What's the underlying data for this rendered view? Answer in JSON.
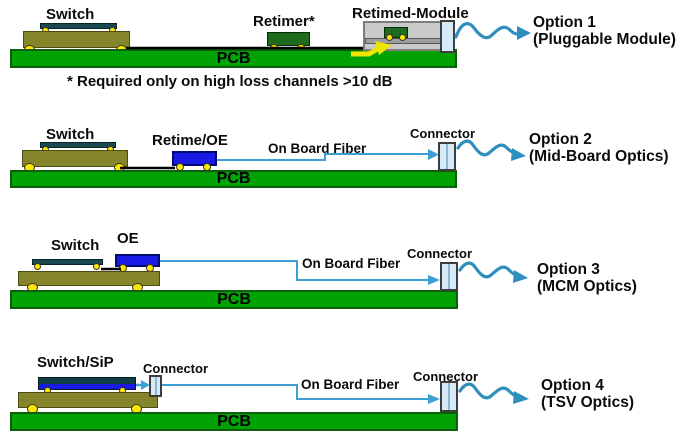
{
  "colors": {
    "pcb_green": "#00A303",
    "pcb_border": "#0E5E0E",
    "substrate_olive": "#85852B",
    "die_teal": "#1A4A50",
    "chip_blue": "#1A1AE6",
    "retimer_green": "#1E6B1E",
    "module_gray": "#CACACA",
    "connector_lightblue": "#D7EAF7",
    "fiber_line_blue": "#3E9FD4",
    "fiber_wave_blue": "#2E8FBE",
    "solder_ball_yellow": "#FFE800",
    "trace_black": "#000000",
    "text_black": "#0b0b0b"
  },
  "footnote": "* Required only on high loss channels >10 dB",
  "diagram": {
    "rows": [
      {
        "id": "option-1",
        "switch_label": "Switch",
        "retimer_label": "Retimer*",
        "module_label": "Retimed-Module",
        "pcb_label": "PCB",
        "option_line1": "Option 1",
        "option_line2": "(Pluggable Module)"
      },
      {
        "id": "option-2",
        "switch_label": "Switch",
        "device_label": "Retime/OE",
        "fiber_label": "On Board Fiber",
        "connector_label": "Connector",
        "pcb_label": "PCB",
        "option_line1": "Option 2",
        "option_line2": "(Mid-Board Optics)"
      },
      {
        "id": "option-3",
        "switch_label": "Switch",
        "device_label": "OE",
        "fiber_label": "On Board Fiber",
        "connector_label": "Connector",
        "pcb_label": "PCB",
        "option_line1": "Option 3",
        "option_line2": "(MCM Optics)"
      },
      {
        "id": "option-4",
        "switch_label": "Switch/SiP",
        "connector_small_label": "Connector",
        "fiber_label": "On Board Fiber",
        "connector_label": "Connector",
        "pcb_label": "PCB",
        "option_line1": "Option 4",
        "option_line2": "(TSV Optics)"
      }
    ]
  }
}
